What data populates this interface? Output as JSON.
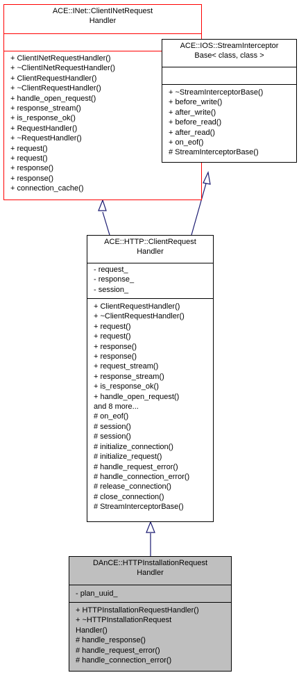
{
  "classes": {
    "clientinet": {
      "title": [
        "ACE::INet::ClientINetRequest",
        "Handler"
      ],
      "attributes": [],
      "methods": [
        "+ ClientINetRequestHandler()",
        "+ ~ClientINetRequestHandler()",
        "+ ClientRequestHandler()",
        "+ ~ClientRequestHandler()",
        "+ handle_open_request()",
        "+ response_stream()",
        "+ is_response_ok()",
        "+ RequestHandler()",
        "+ ~RequestHandler()",
        "+ request()",
        "+ request()",
        "+ response()",
        "+ response()",
        "+ connection_cache()"
      ]
    },
    "streaminterceptor": {
      "title": [
        "ACE::IOS::StreamInterceptor",
        "Base< class, class >"
      ],
      "attributes": [],
      "methods": [
        "+ ~StreamInterceptorBase()",
        "+ before_write()",
        "+ after_write()",
        "+ before_read()",
        "+ after_read()",
        "+ on_eof()",
        "# StreamInterceptorBase()"
      ]
    },
    "httpclient": {
      "title": [
        "ACE::HTTP::ClientRequest",
        "Handler"
      ],
      "attributes": [
        "- request_",
        "- response_",
        "- session_"
      ],
      "methods": [
        "+ ClientRequestHandler()",
        "+ ~ClientRequestHandler()",
        "+ request()",
        "+ request()",
        "+ response()",
        "+ response()",
        "+ request_stream()",
        "+ response_stream()",
        "+ is_response_ok()",
        "+ handle_open_request()",
        "and 8 more...",
        "# on_eof()",
        "# session()",
        "# session()",
        "# initialize_connection()",
        "# initialize_request()",
        "# handle_request_error()",
        "# handle_connection_error()",
        "# release_connection()",
        "# close_connection()",
        "# StreamInterceptorBase()"
      ]
    },
    "httpinstallation": {
      "title": [
        "DAnCE::HTTPInstallationRequest",
        "Handler"
      ],
      "attributes": [
        "- plan_uuid_"
      ],
      "methods": [
        "+ HTTPInstallationRequestHandler()",
        "+ ~HTTPInstallationRequest",
        "Handler()",
        "# handle_response()",
        "# handle_request_error()",
        "# handle_connection_error()"
      ]
    }
  },
  "colors": {
    "edge": "#191970",
    "focus_fill": "#bfbfbf",
    "highlight_border": "#ff0000"
  }
}
